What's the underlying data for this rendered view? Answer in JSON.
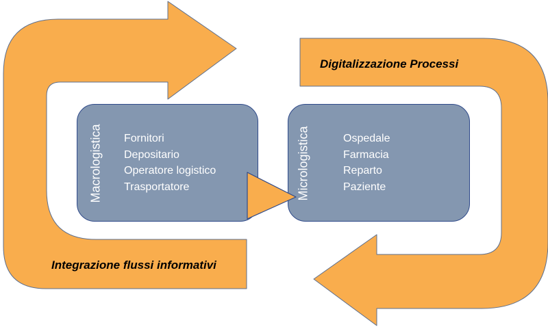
{
  "colors": {
    "arrow_fill": "#f9ad4d",
    "arrow_stroke": "#5c6f8f",
    "box_fill": "#8497b0",
    "box_stroke": "#2f4a8a",
    "box_text": "#ffffff"
  },
  "captions": {
    "top_right": "Digitalizzazione Processi",
    "bottom_left": "Integrazione flussi informativi"
  },
  "macro": {
    "title": "Macrologistica",
    "items": [
      "Fornitori",
      "Depositario",
      "Operatore logistico",
      "Trasportatore"
    ]
  },
  "micro": {
    "title": "Micrologistica",
    "items": [
      "Ospedale",
      "Farmacia",
      "Reparto",
      "Paziente"
    ]
  }
}
